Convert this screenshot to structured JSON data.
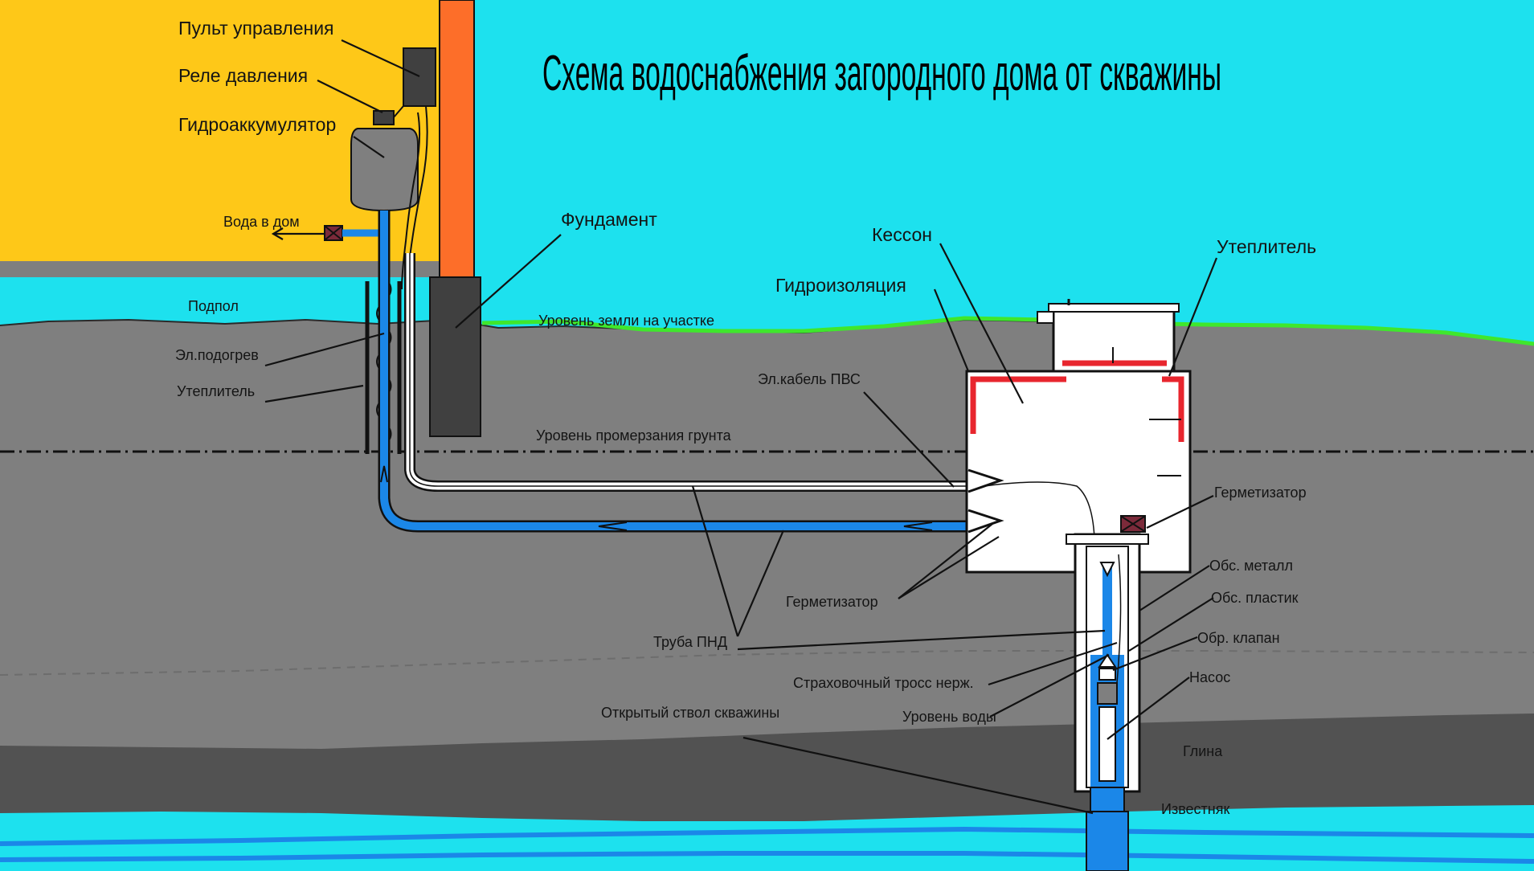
{
  "title": "Схема водоснабжения загородного дома от скважины",
  "labels": {
    "control_panel": "Пульт управления",
    "pressure_relay": "Реле давления",
    "accumulator": "Гидроаккумулятор",
    "water_to_house": "Вода в дом",
    "crawlspace": "Подпол",
    "heating_cable": "Эл.подогрев",
    "insulation_left": "Утеплитель",
    "foundation": "Фундамент",
    "ground_level": "Уровень земли на участке",
    "power_cable": "Эл.кабель ПВС",
    "frost_line": "Уровень промерзания грунта",
    "caisson": "Кессон",
    "waterproofing": "Гидроизоляция",
    "insulation_right": "Утеплитель",
    "sealant_right": "Герметизатор",
    "sealant_bottom": "Герметизатор",
    "casing_metal": "Обс. металл",
    "casing_plastic": "Обс. пластик",
    "check_valve": "Обр. клапан",
    "pump": "Насос",
    "hdpe_pipe": "Труба ПНД",
    "safety_cable": "Страховочный тросс нерж.",
    "water_level": "Уровень воды",
    "open_bore": "Открытый ствол скважины",
    "clay": "Глина",
    "limestone": "Известняк"
  },
  "colors": {
    "sky": "#1de1ee",
    "house": "#fec818",
    "house_post": "#fd6e29",
    "soil": "#7f7f7f",
    "clay": "#525252",
    "limestone": "#1de1ee",
    "grass": "#3fe72d",
    "pipe": "#1b87e8",
    "insulation": "#e8262e",
    "equipment": "#555555"
  }
}
